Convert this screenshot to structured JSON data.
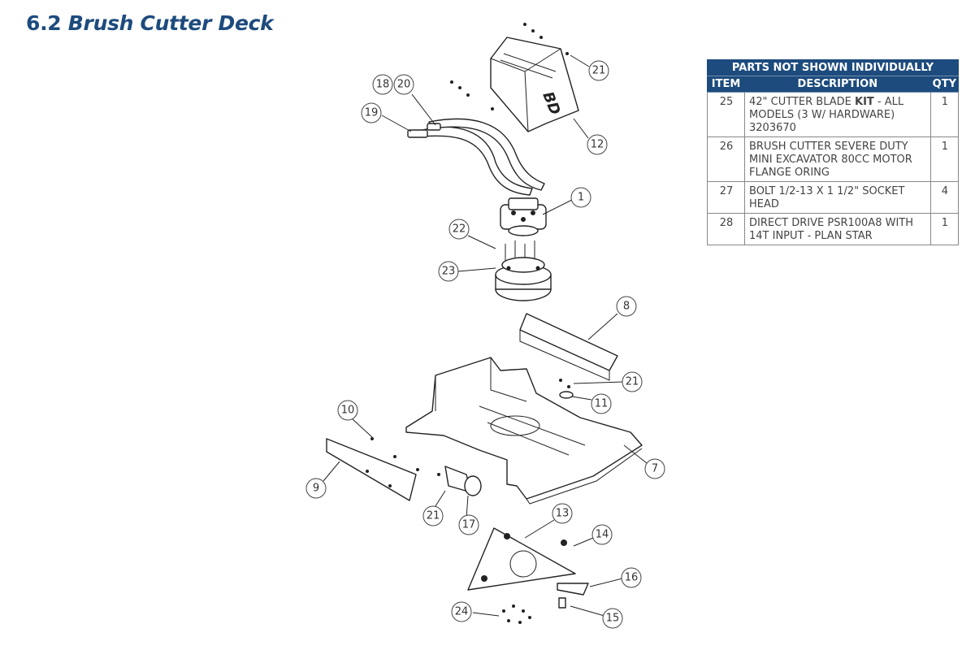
{
  "page": {
    "title_number": "6.2",
    "title_text": "Brush Cutter Deck"
  },
  "table": {
    "title": "PARTS NOT SHOWN INDIVIDUALLY",
    "headers": {
      "item": "ITEM",
      "description": "DESCRIPTION",
      "qty": "QTY"
    },
    "rows": [
      {
        "item": "25",
        "desc_pre": "42\" CUTTER BLADE ",
        "desc_bold": "KIT",
        "desc_post": " - ALL MODELS (3 W/ HARDWARE) 3203670",
        "qty": "1"
      },
      {
        "item": "26",
        "desc_pre": "BRUSH CUTTER SEVERE DUTY MINI EXCAVATOR 80CC MOTOR FLANGE ORING",
        "desc_bold": "",
        "desc_post": "",
        "qty": "1"
      },
      {
        "item": "27",
        "desc_pre": "BOLT 1/2-13 X 1 1/2\" SOCKET HEAD",
        "desc_bold": "",
        "desc_post": "",
        "qty": "4"
      },
      {
        "item": "28",
        "desc_pre": "DIRECT DRIVE PSR100A8 WITH 14T INPUT - PLAN STAR",
        "desc_bold": "",
        "desc_post": "",
        "qty": "1"
      }
    ]
  },
  "callouts": [
    {
      "id": "c18",
      "label": "18"
    },
    {
      "id": "c20",
      "label": "20"
    },
    {
      "id": "c19",
      "label": "19"
    },
    {
      "id": "c21a",
      "label": "21"
    },
    {
      "id": "c12",
      "label": "12"
    },
    {
      "id": "c1",
      "label": "1"
    },
    {
      "id": "c22",
      "label": "22"
    },
    {
      "id": "c23",
      "label": "23"
    },
    {
      "id": "c8",
      "label": "8"
    },
    {
      "id": "c21b",
      "label": "21"
    },
    {
      "id": "c11",
      "label": "11"
    },
    {
      "id": "c10",
      "label": "10"
    },
    {
      "id": "c9",
      "label": "9"
    },
    {
      "id": "c7",
      "label": "7"
    },
    {
      "id": "c21c",
      "label": "21"
    },
    {
      "id": "c17",
      "label": "17"
    },
    {
      "id": "c13",
      "label": "13"
    },
    {
      "id": "c14",
      "label": "14"
    },
    {
      "id": "c16",
      "label": "16"
    },
    {
      "id": "c24",
      "label": "24"
    },
    {
      "id": "c15",
      "label": "15"
    }
  ]
}
